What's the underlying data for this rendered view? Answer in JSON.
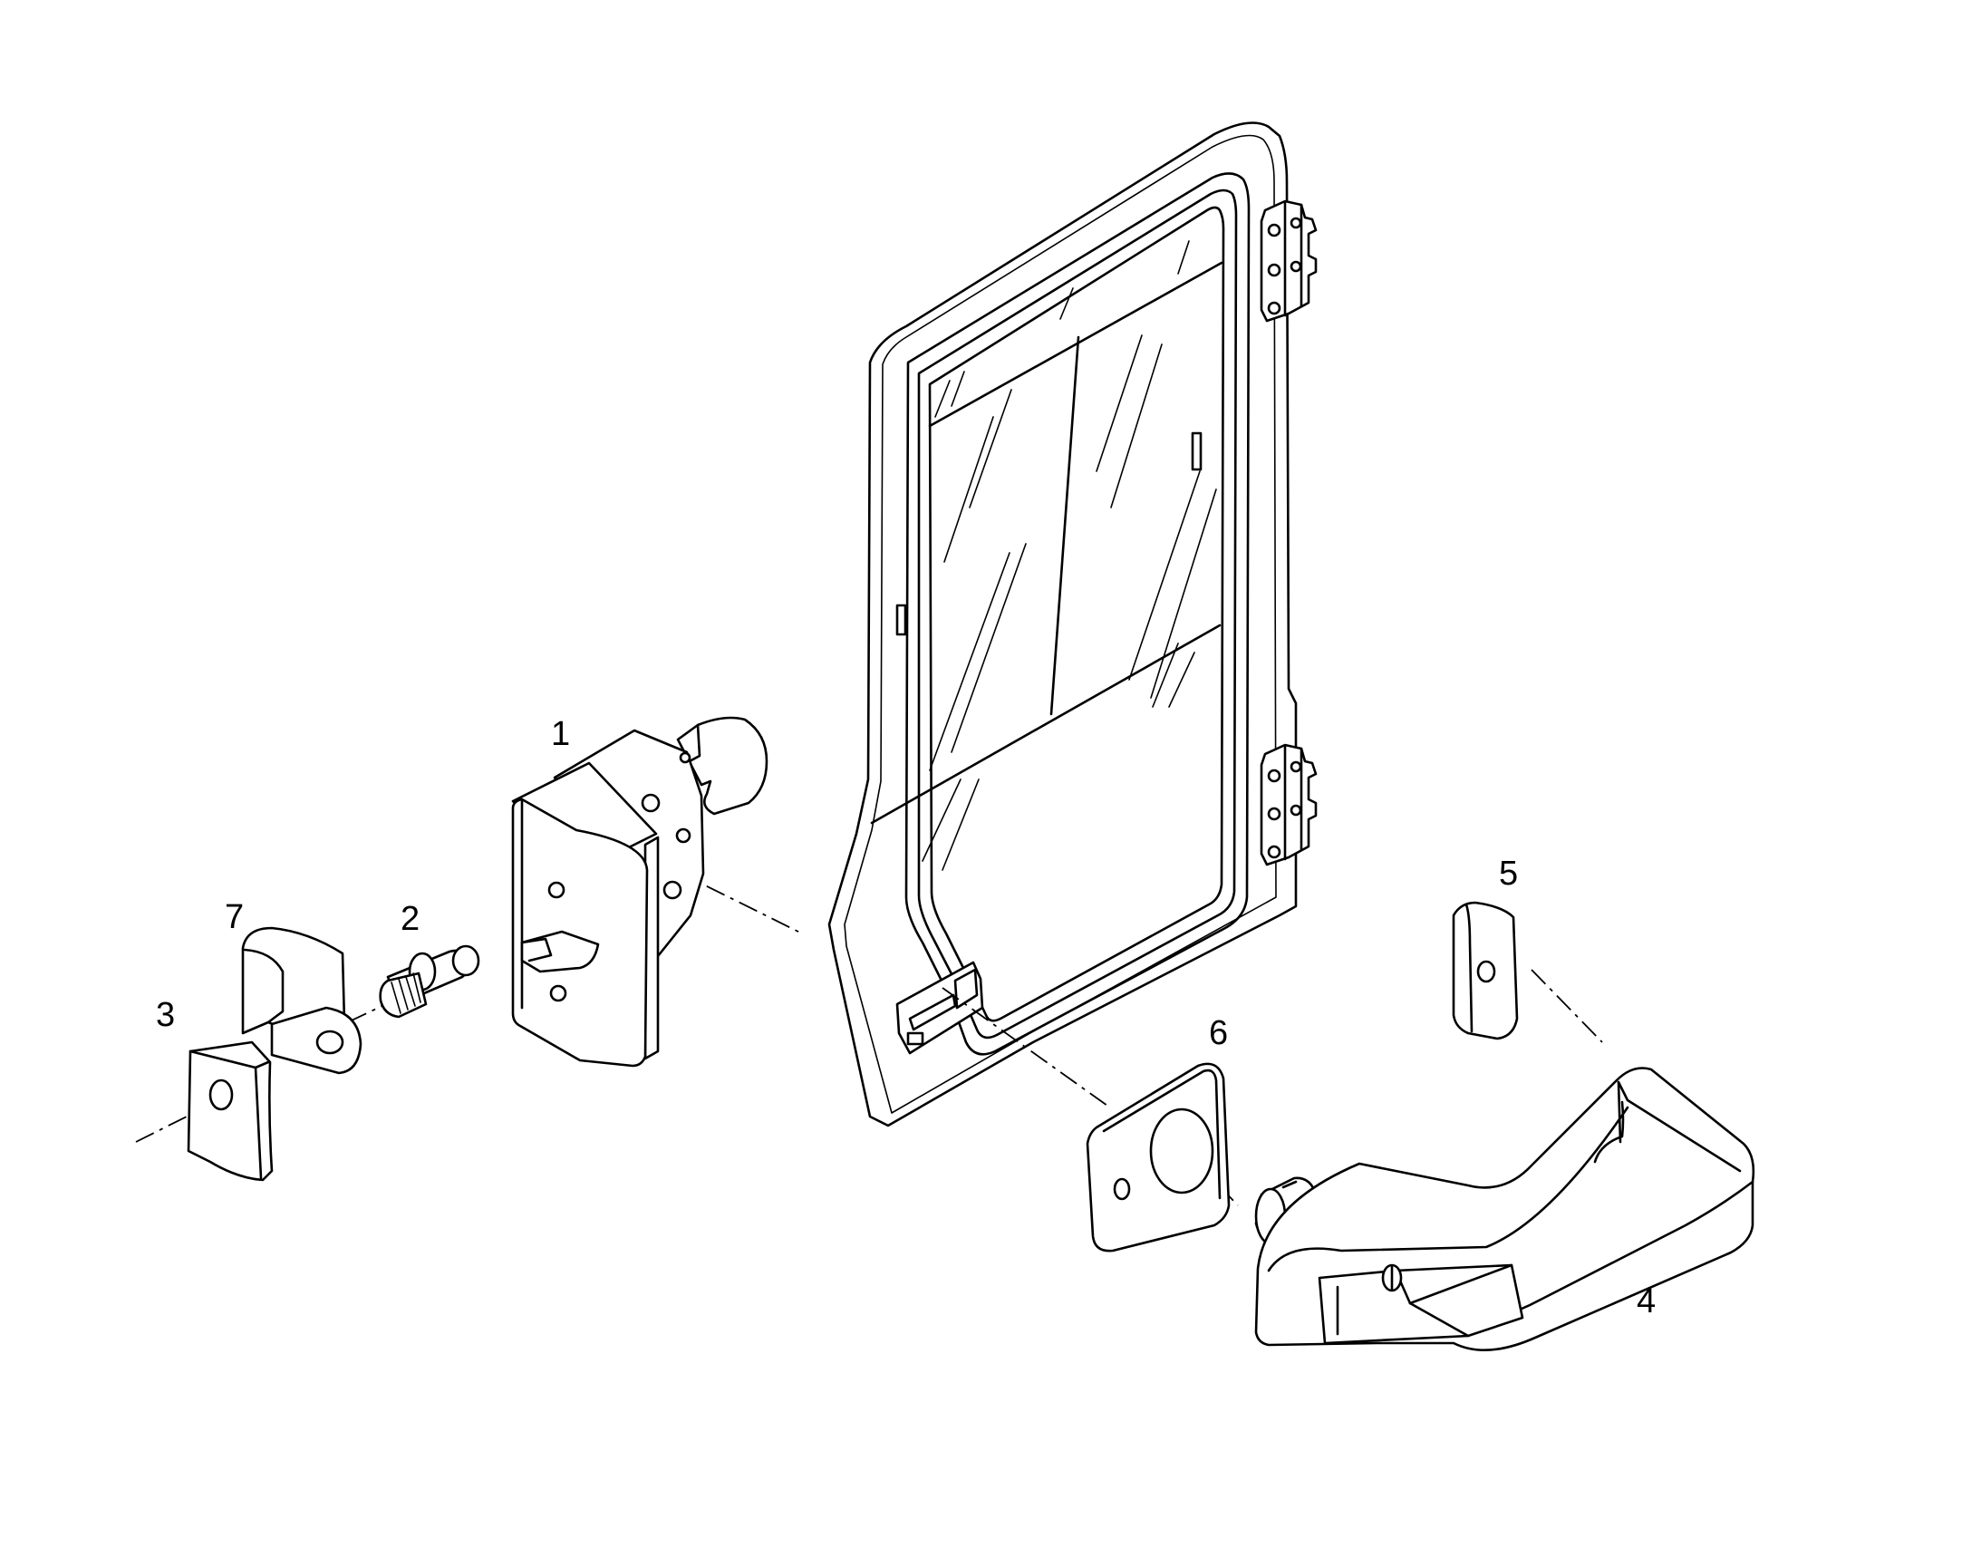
{
  "diagram": {
    "type": "exploded-parts-view",
    "callouts": [
      {
        "id": "1",
        "label": "1"
      },
      {
        "id": "2",
        "label": "2"
      },
      {
        "id": "3",
        "label": "3"
      },
      {
        "id": "4",
        "label": "4"
      },
      {
        "id": "5",
        "label": "5"
      },
      {
        "id": "6",
        "label": "6"
      },
      {
        "id": "7",
        "label": "7"
      }
    ]
  }
}
